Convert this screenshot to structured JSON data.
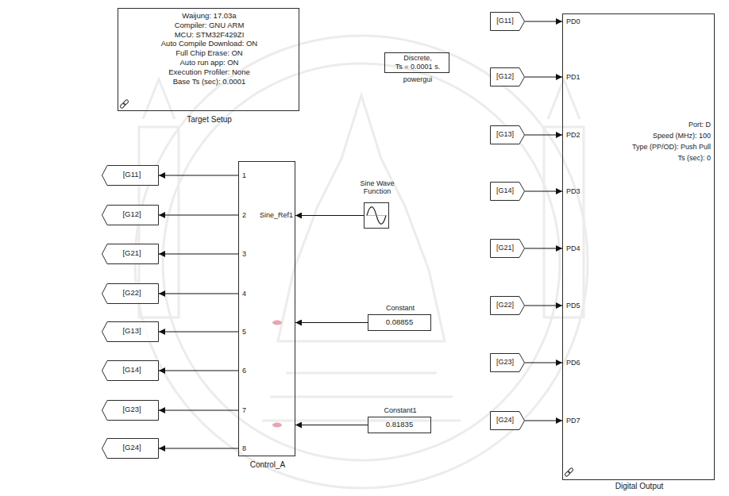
{
  "diagram": {
    "nodes": [
      {
        "text": [
          "Waijung: 17.03a",
          "Compiler: GNU ARM",
          "MCU: STM32F429ZI",
          "Auto Compile Download: ON",
          "Full Chip Erase: ON",
          "Auto run app: ON",
          "Execution Profiler: None",
          "Base Ts (sec): 0.0001",
          "Target Setup"
        ]
      },
      {
        "text": [
          "Discrete,",
          "Ts = 0.0001 s.",
          "powergui"
        ]
      },
      {
        "text": [
          "1",
          "2",
          "Sine_Ref1",
          "3",
          "4",
          "5",
          "6",
          "7",
          "8",
          "Control_A"
        ]
      },
      {
        "text": [
          "Sine Wave Function"
        ]
      },
      {
        "text": [
          "0.08855",
          "Constant"
        ]
      },
      {
        "text": [
          "0.81835",
          "Constant1"
        ]
      },
      {
        "text": [
          "PD0",
          "PD1",
          "PD2",
          "PD3",
          "PD4",
          "PD5",
          "PD6",
          "PD7",
          "Port: D",
          "Speed (MHz): 100",
          "Type (PP/OD): Push Pull",
          "Ts (sec): 0",
          "Digital Output"
        ]
      },
      {
        "text": [
          "[G11]"
        ]
      },
      {
        "text": [
          "[G12]"
        ]
      },
      {
        "text": [
          "[G21]"
        ]
      },
      {
        "text": [
          "[G22]"
        ]
      },
      {
        "text": [
          "[G13]"
        ]
      },
      {
        "text": [
          "[G14]"
        ]
      },
      {
        "text": [
          "[G23]"
        ]
      },
      {
        "text": [
          "[G24]"
        ]
      },
      {
        "text": [
          "[G11]"
        ]
      },
      {
        "text": [
          "[G12]"
        ]
      },
      {
        "text": [
          "[G13]"
        ]
      },
      {
        "text": [
          "[G14]"
        ]
      },
      {
        "text": [
          "[G21]"
        ]
      },
      {
        "text": [
          "[G22]"
        ]
      },
      {
        "text": [
          "[G23]"
        ]
      },
      {
        "text": [
          "[G24]"
        ]
      }
    ],
    "edges": [
      {
        "from": 2,
        "to": 7,
        "arrow": "to"
      },
      {
        "from": 2,
        "to": 8,
        "arrow": "to"
      },
      {
        "from": 2,
        "to": 9,
        "arrow": "to"
      },
      {
        "from": 2,
        "to": 10,
        "arrow": "to"
      },
      {
        "from": 2,
        "to": 11,
        "arrow": "to"
      },
      {
        "from": 2,
        "to": 12,
        "arrow": "to"
      },
      {
        "from": 2,
        "to": 13,
        "arrow": "to"
      },
      {
        "from": 2,
        "to": 14,
        "arrow": "to"
      },
      {
        "from": 3,
        "to": 2,
        "arrow": "to"
      },
      {
        "from": 4,
        "to": 2,
        "arrow": "to"
      },
      {
        "from": 5,
        "to": 2,
        "arrow": "to"
      },
      {
        "from": 15,
        "to": 6,
        "arrow": "to"
      },
      {
        "from": 16,
        "to": 6,
        "arrow": "to"
      },
      {
        "from": 17,
        "to": 6,
        "arrow": "to"
      },
      {
        "from": 18,
        "to": 6,
        "arrow": "to"
      },
      {
        "from": 19,
        "to": 6,
        "arrow": "to"
      },
      {
        "from": 20,
        "to": 6,
        "arrow": "to"
      },
      {
        "from": 21,
        "to": 6,
        "arrow": "to"
      },
      {
        "from": 22,
        "to": 6,
        "arrow": "to"
      }
    ]
  }
}
